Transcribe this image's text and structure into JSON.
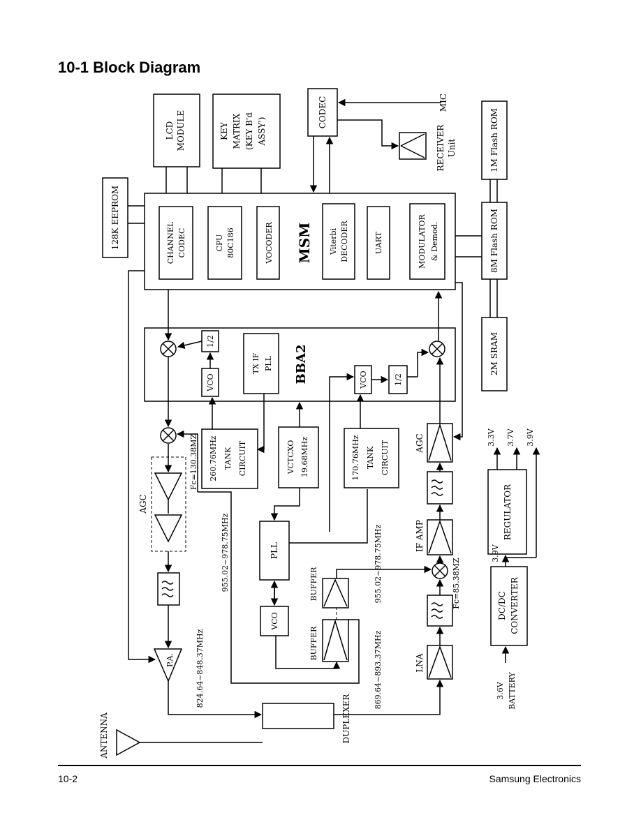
{
  "header": {
    "title": "10-1  Block Diagram"
  },
  "footer": {
    "page": "10-2",
    "company": "Samsung Electronics"
  },
  "diagram": {
    "lcd": [
      "LCD",
      "MODULE"
    ],
    "key": [
      "KEY",
      "MATRIX",
      "(KEY B'd",
      "ASSY')"
    ],
    "codec": "CODEC",
    "mic": "MIC",
    "receiver": [
      "RECEIVER",
      "Unit"
    ],
    "flash1m": "1M Flash ROM",
    "eeprom": "128K EEPROM",
    "msm": "MSM",
    "channel_codec": [
      "CHANNEL",
      "CODEC"
    ],
    "cpu": [
      "CPU",
      "80C186"
    ],
    "vocoder": "VOCODER",
    "viterbi": [
      "Viterbi",
      "DECODER"
    ],
    "uart": "UART",
    "modulator": [
      "MODULATOR",
      "& Demod."
    ],
    "flash8m": "8M Flash ROM",
    "sram": "2M  SRAM",
    "bba2": "BBA2",
    "half": "1/2",
    "vco": "VCO",
    "txif": [
      "TX IF",
      "PLL"
    ],
    "tank260": [
      "260.76MHz",
      "TANK",
      "CIRCUIT"
    ],
    "vctcxo": [
      "VCTCXO",
      "19.68MHz"
    ],
    "tank170": [
      "170.76MHz",
      "TANK",
      "CIRCUIT"
    ],
    "agc": "AGC",
    "fc_tx": "Fc=130.38MZ",
    "fc_rx": "Fc=85.38MZ",
    "lo_freq": "955.02~978.75MHz",
    "pll": "PLL",
    "buffer": "BUFFER",
    "if_amp": "IF AMP",
    "lna": "LNA",
    "pa": "P.A.",
    "tx_freq": "824.64~848.37MHz",
    "rx_freq": "869.64~893.37MHz",
    "duplexer": "DUPLEXER",
    "antenna": "ANTENNA",
    "regulator": "REGULATOR",
    "v33": "3.3V",
    "v37": "3.7V",
    "v39": "3.9V",
    "dcdc": [
      "DC/DC",
      "CONVERTER"
    ],
    "battery": [
      "3.6V",
      "BATTERY"
    ]
  }
}
